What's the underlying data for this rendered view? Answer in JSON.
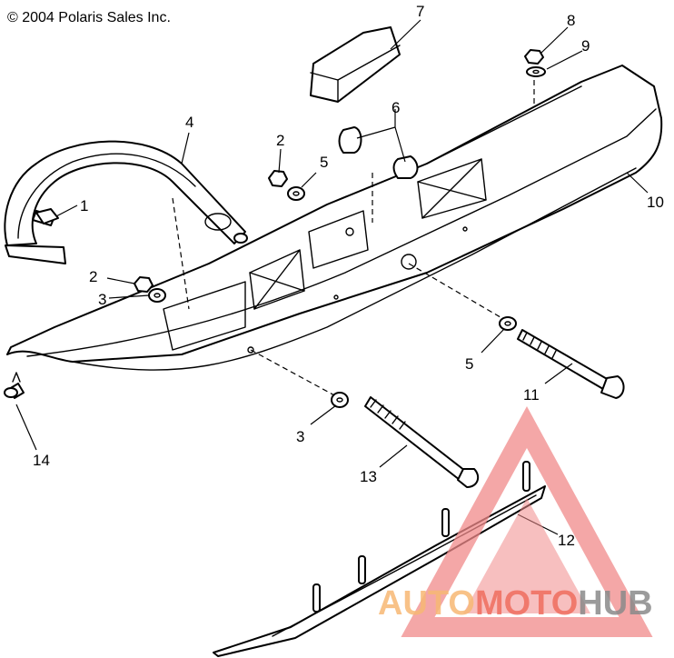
{
  "copyright": "© 2004 Polaris Sales Inc.",
  "callouts": [
    "1",
    "2",
    "2",
    "3",
    "3",
    "4",
    "5",
    "5",
    "6",
    "7",
    "8",
    "9",
    "10",
    "11",
    "12",
    "13",
    "14"
  ],
  "watermark": {
    "part1": "AUTO",
    "part2": "MOTO",
    "part3": "HUB",
    "colors": {
      "triangle": "#f08a8a",
      "auto": "#f7b874",
      "moto": "#ef6d5e",
      "hub": "#8a8a8a"
    }
  }
}
